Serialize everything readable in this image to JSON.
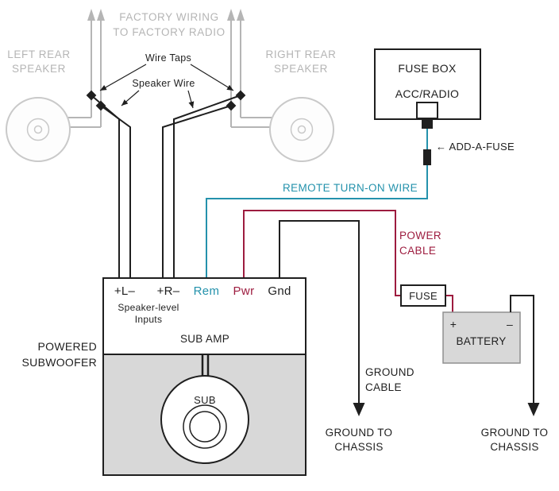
{
  "colors": {
    "gray": "#b5b5b5",
    "black": "#1f1f1f",
    "teal": "#2492ac",
    "red": "#9d1c3f",
    "panel": "#d8d8d8",
    "spk": "#c9c9c9"
  },
  "labels": {
    "factory_wiring": [
      "FACTORY WIRING",
      "TO FACTORY RADIO"
    ],
    "left_speaker": [
      "LEFT REAR",
      "SPEAKER"
    ],
    "right_speaker": [
      "RIGHT REAR",
      "SPEAKER"
    ],
    "wire_taps": "Wire Taps",
    "speaker_wire": "Speaker Wire",
    "fuse_box": "FUSE BOX",
    "acc_radio": "ACC/RADIO",
    "add_a_fuse": "← ADD-A-FUSE",
    "remote_wire": "REMOTE TURN-ON WIRE",
    "power_cable": [
      "POWER",
      "CABLE"
    ],
    "fuse": "FUSE",
    "battery": "BATTERY",
    "battery_plus": "+",
    "battery_minus": "–",
    "terminals": {
      "left": "+L–",
      "right": "+R–",
      "rem": "Rem",
      "pwr": "Pwr",
      "gnd": "Gnd"
    },
    "speaker_level": [
      "Speaker-level",
      "Inputs"
    ],
    "sub_amp": "SUB AMP",
    "powered_subwoofer": [
      "POWERED",
      "SUBWOOFER"
    ],
    "sub": "SUB",
    "ground_cable": [
      "GROUND",
      "CABLE"
    ],
    "ground_chassis_amp": [
      "GROUND TO",
      "CHASSIS"
    ],
    "ground_chassis_battery": [
      "GROUND TO",
      "CHASSIS"
    ]
  }
}
